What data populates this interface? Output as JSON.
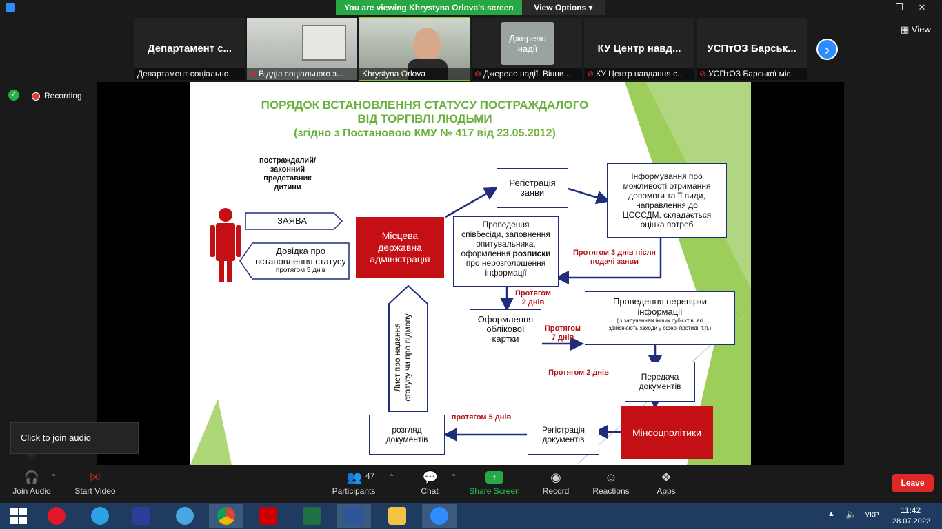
{
  "banner": {
    "sharing_text": "You are viewing Khrystyna Orlova's screen",
    "view_options": "View Options"
  },
  "window_controls": {
    "minimize": "–",
    "maximize": "❐",
    "close": "✕"
  },
  "gallery": {
    "view_label": "View",
    "tiles": [
      {
        "name": "Департамент с...",
        "label": "Департамент соціально...",
        "muted": false
      },
      {
        "name": "",
        "label": "Відділ соціального з...",
        "muted": true
      },
      {
        "name": "",
        "label": "Khrystyna Orlova",
        "muted": false
      },
      {
        "name": "",
        "label": "Джерело надії. Вінни...",
        "muted": true,
        "logo_text": "Джерело надії"
      },
      {
        "name": "КУ Центр навд...",
        "label": "КУ Центр навдання с...",
        "muted": true
      },
      {
        "name": "УСПтОЗ Барськ...",
        "label": "УСПтОЗ Барської міс...",
        "muted": true
      }
    ]
  },
  "recording": {
    "label": "Recording"
  },
  "slide": {
    "title_line1": "ПОРЯДОК  ВСТАНОВЛЕННЯ СТАТУСУ ПОСТРАЖДАЛОГО",
    "title_line2": "ВІД ТОРГІВЛІ ЛЮДЬМИ",
    "title_line3": "(згідно з Постановою КМУ  № 417 від 23.05.2012)",
    "victim_label": "постраждалий/\nзаконний\nпредставник\nдитини",
    "zayava": "ЗАЯВА",
    "dovidka": "Довідка про\nвстановлення статусу",
    "dovidka_term": "протягом 5 днів",
    "misceva": "Місцева\nдержавна\nадміністрація",
    "reyestraciya": "Регістрація\nзаяви",
    "informuvannya": "Інформування  про\nможливості отримання\nдопомоги та її види,\nнаправлення до\nЦСССДМ, складається\nоцінка потреб",
    "term_3_days": "Протягом  3 днів  після\nподачі заяви",
    "provedennya_pre": "Проведення\nспівбесіди, заповнення\nопитувальника,\nоформлення ",
    "rozpysky": "розписки",
    "provedennya_post": "\nпро нерозголошення\nінформації",
    "term_2_days_a": "Протягом\n2 днів",
    "oblikova": "Оформлення\nоблікової\nкартки",
    "term_7_days": "Протягом\n7 днів",
    "perevirka_main": "Проведення перевірки\nінформації",
    "perevirka_sub": "(із залученням  інших суб'єктів, які\nздійснюють заходи у сфері протидії т.п.)",
    "term_2_days_b": "Протягом 2 днів",
    "peredacha": "Передача\nдокументів",
    "minsoc": "Мінсоцполітики",
    "reyestraciya_doc": "Регістрація\nдокументів",
    "term_5_days": "протягом 5 днів",
    "rozglyad": "розгляд\nдокументів",
    "lyst": "Лист про надання\nстатусу  чи  про відмову"
  },
  "audio_tooltip": "Click to join audio",
  "toolbar": {
    "join_audio": "Join Audio",
    "start_video": "Start Video",
    "participants": "Participants",
    "participants_count": "47",
    "chat": "Chat",
    "share_screen": "Share Screen",
    "record": "Record",
    "reactions": "Reactions",
    "apps": "Apps",
    "leave": "Leave"
  },
  "taskbar": {
    "lang": "УКР",
    "time": "11:42",
    "date": "28.07.2022"
  },
  "colors": {
    "accent_green": "#27a844",
    "slide_green": "#6ab03c",
    "red": "#c40f14",
    "navy": "#1f2d7a",
    "leave_red": "#e02828",
    "zoom_blue": "#2d8cff"
  }
}
